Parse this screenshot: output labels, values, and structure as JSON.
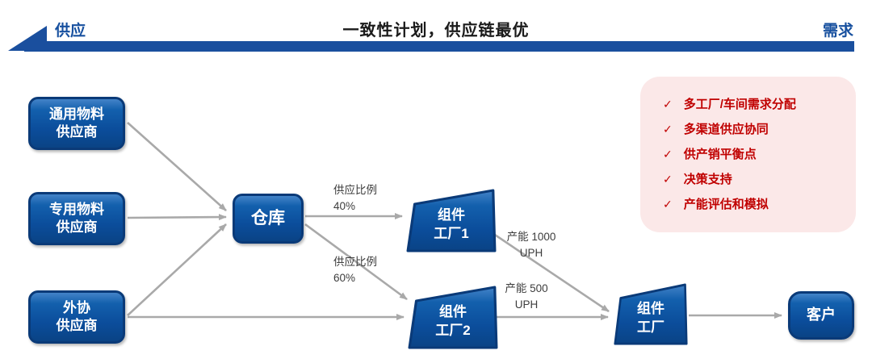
{
  "header": {
    "left_label": "供应",
    "title": "一致性计划，供应链最优",
    "right_label": "需求"
  },
  "nodes": {
    "suppliers": [
      {
        "line1": "通用物料",
        "line2": "供应商"
      },
      {
        "line1": "专用物料",
        "line2": "供应商"
      },
      {
        "line1": "外协",
        "line2": "供应商"
      }
    ],
    "warehouse": {
      "label": "仓库"
    },
    "factories": [
      {
        "line1": "组件",
        "line2": "工厂1"
      },
      {
        "line1": "组件",
        "line2": "工厂2"
      },
      {
        "line1": "组件",
        "line2": "工厂"
      }
    ],
    "customer": {
      "label": "客户"
    }
  },
  "edge_labels": {
    "ratio40": {
      "line1": "供应比例",
      "line2": "40%"
    },
    "ratio60": {
      "line1": "供应比例",
      "line2": "60%"
    },
    "cap1000": {
      "line1": "产能 1000",
      "line2": "UPH"
    },
    "cap500": {
      "line1": "产能 500",
      "line2": "UPH"
    }
  },
  "benefits": {
    "check_icon": "✓",
    "items": [
      "多工厂/车间需求分配",
      "多渠道供应协同",
      "供产销平衡点",
      "决策支持",
      "产能评估和模拟"
    ]
  },
  "colors": {
    "header_blue": "#1a4f9e",
    "node_fill_top": "#4383c8",
    "node_fill_bottom": "#0a4385",
    "node_border": "#0a3a78",
    "arrow_gray": "#a9a9a9",
    "panel_bg": "#fbe8e8",
    "benefit_red": "#c00000",
    "title_black": "#1a1a1a",
    "label_gray": "#3d3d3d"
  }
}
